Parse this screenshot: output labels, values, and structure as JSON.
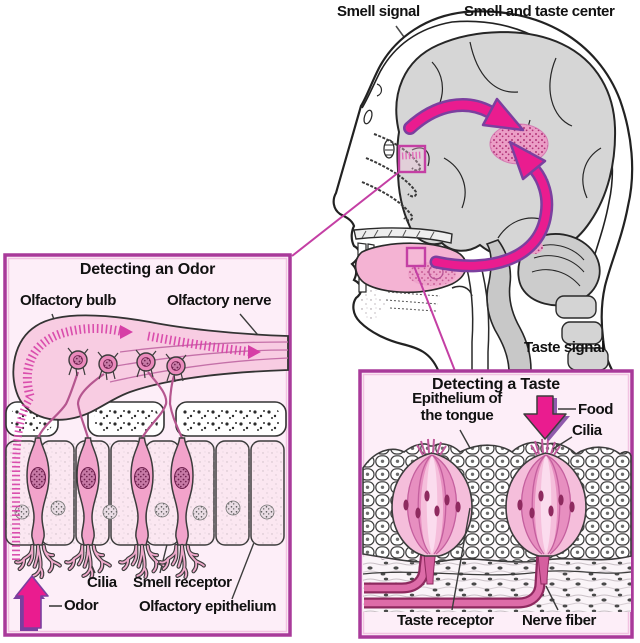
{
  "head_diagram": {
    "smell_signal": "Smell signal",
    "smell_taste_center": "Smell and taste center",
    "taste_signal": "Taste signal"
  },
  "odor_inset": {
    "title": "Detecting an Odor",
    "olfactory_bulb": "Olfactory bulb",
    "olfactory_nerve": "Olfactory nerve",
    "cilia": "Cilia",
    "smell_receptor": "Smell receptor",
    "olfactory_epithelium": "Olfactory epithelium",
    "odor": "Odor"
  },
  "taste_inset": {
    "title": "Detecting a Taste",
    "epithelium_line1": "Epithelium of",
    "epithelium_line2": "the tongue",
    "food": "Food",
    "cilia": "Cilia",
    "taste_receptor": "Taste receptor",
    "nerve_fiber": "Nerve fiber"
  },
  "colors": {
    "arrow_magenta": "#ea1c8f",
    "arrow_purple": "#7b3f9f",
    "box_border": "#a93a9a",
    "box_background": "#fdeef8",
    "brain_gray": "#d6d6d6",
    "tongue_pink": "#f4b3d3"
  }
}
